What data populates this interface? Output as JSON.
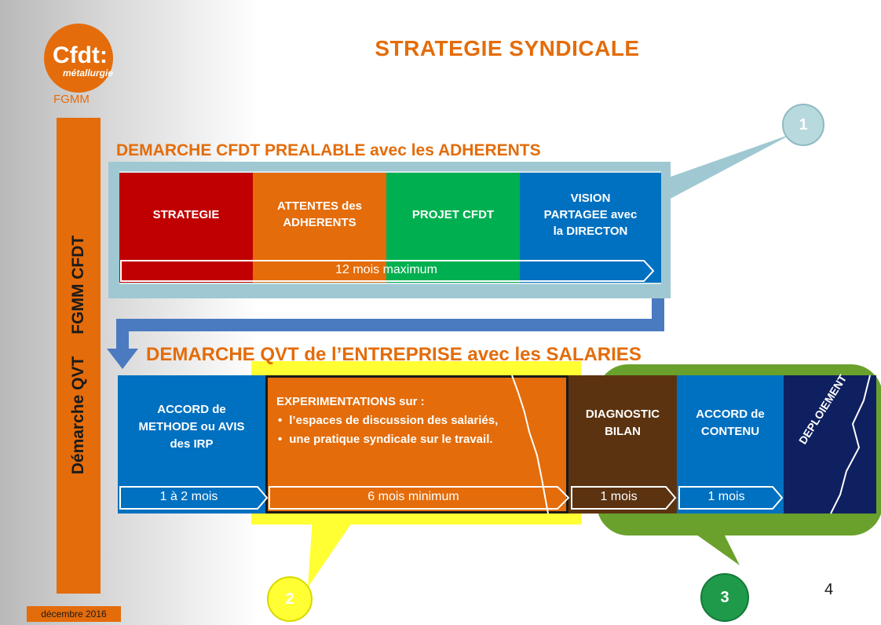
{
  "header": {
    "title": "STRATEGIE SYNDICALE",
    "logo_text": "Cfdt:",
    "logo_sub": "métallurgie",
    "fgmm": "FGMM",
    "page_number": "4",
    "date": "décembre  2016"
  },
  "sidebar": {
    "vertical_part1": "Démarche  QVT",
    "vertical_part2": "FGMM  CFDT"
  },
  "section1": {
    "title": "DEMARCHE CFDT PREALABLE avec les ADHERENTS",
    "blocks": [
      {
        "lines": [
          "STRATEGIE"
        ],
        "color": "#c00000"
      },
      {
        "lines": [
          "ATTENTES des",
          "ADHERENTS"
        ],
        "color": "#e46c0a"
      },
      {
        "lines": [
          "PROJET CFDT"
        ],
        "color": "#00b050"
      },
      {
        "lines": [
          "VISION",
          "PARTAGEE avec",
          "la DIRECTON"
        ],
        "color": "#0070c0"
      }
    ],
    "duration": "12 mois maximum",
    "callout_number": "1"
  },
  "section2": {
    "title": "DEMARCHE QVT de l’ENTREPRISE avec les SALARIES",
    "blocks": [
      {
        "lines": [
          "ACCORD de",
          "METHODE ou AVIS",
          "des IRP"
        ],
        "color": "#0070c0",
        "duration": "1 à 2 mois"
      },
      {
        "lines": [
          "EXPERIMENTATIONS sur :"
        ],
        "color": "#e46c0a",
        "duration": "6 mois minimum"
      },
      {
        "lines": [
          "DIAGNOSTIC",
          "BILAN"
        ],
        "color": "#5c3310",
        "duration": "1 mois"
      },
      {
        "lines": [
          "ACCORD de",
          "CONTENU"
        ],
        "color": "#0070c0",
        "duration": "1 mois"
      },
      {
        "lines": [
          "DEPLOIEMENT"
        ],
        "color": "#0f2060"
      }
    ],
    "bullets": [
      "l’espaces de discussion  des salariés,",
      "une pratique syndicale sur le travail."
    ],
    "callout_yellow_number": "2",
    "callout_green_number": "3"
  }
}
